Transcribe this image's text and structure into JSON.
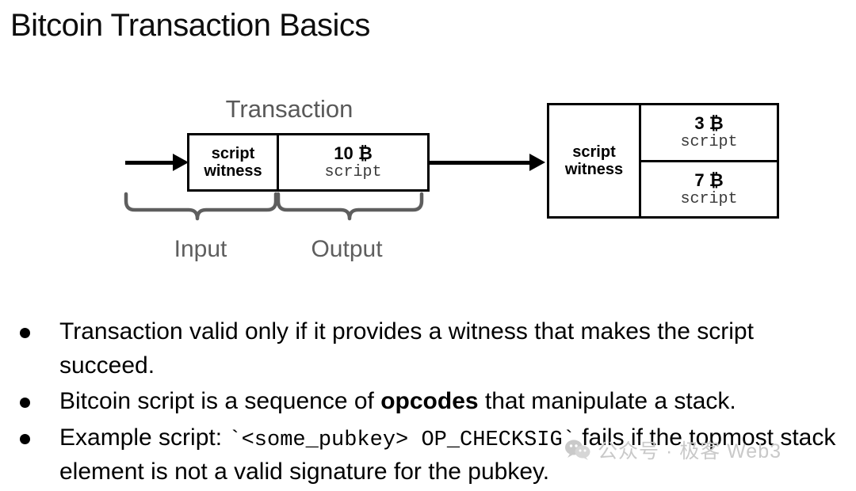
{
  "slide": {
    "title": "Bitcoin Transaction Basics"
  },
  "diagram": {
    "caption": "Transaction",
    "transaction_box": {
      "witness_line1": "script",
      "witness_line2": "witness",
      "output": {
        "amount": "10 ₿",
        "script": "script"
      }
    },
    "utxo_box": {
      "witness_line1": "script",
      "witness_line2": "witness",
      "outputs": [
        {
          "amount": "3 ₿",
          "script": "script"
        },
        {
          "amount": "7 ₿",
          "script": "script"
        }
      ]
    },
    "brace_labels": {
      "input": "Input",
      "output": "Output"
    },
    "colors": {
      "stroke": "#000000",
      "caption_gray": "#595959",
      "brace_gray": "#5e5e5e",
      "script_gray": "#3a3a3a"
    }
  },
  "bullets": [
    {
      "parts": [
        {
          "type": "text",
          "value": "Transaction valid only if it provides a witness that makes the script succeed."
        }
      ]
    },
    {
      "parts": [
        {
          "type": "text",
          "value": "Bitcoin script is a sequence of "
        },
        {
          "type": "bold",
          "value": "opcodes"
        },
        {
          "type": "text",
          "value": " that manipulate a stack."
        }
      ]
    },
    {
      "parts": [
        {
          "type": "text",
          "value": "Example script: "
        },
        {
          "type": "code",
          "value": "`<some_pubkey> OP_CHECKSIG`"
        },
        {
          "type": "text",
          "value": " fails if the topmost stack element is not a valid signature for the pubkey."
        }
      ]
    }
  ],
  "watermark": {
    "icon": "wechat-icon",
    "text": "公众号 · 极客 Web3",
    "color": "#c9c9c9"
  }
}
